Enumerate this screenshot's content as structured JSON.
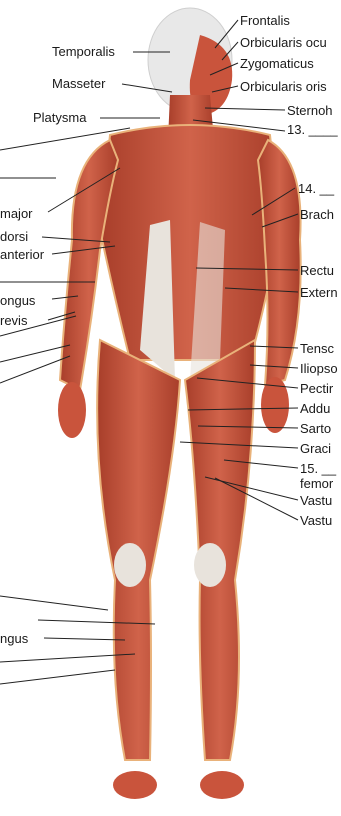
{
  "labels_left": [
    {
      "id": "temporalis",
      "text": "Temporalis"
    },
    {
      "id": "masseter",
      "text": "Masseter"
    },
    {
      "id": "platysma",
      "text": "Platysma"
    },
    {
      "id": "major",
      "text": "major"
    },
    {
      "id": "dorsi",
      "text": "dorsi"
    },
    {
      "id": "anterior",
      "text": "anterior"
    },
    {
      "id": "longus-arm",
      "text": "ongus"
    },
    {
      "id": "brevis",
      "text": "revis"
    },
    {
      "id": "longus-leg",
      "text": "ngus"
    }
  ],
  "labels_right": [
    {
      "id": "frontalis",
      "text": "Frontalis"
    },
    {
      "id": "orbicularis-oculi",
      "text": "Orbicularis ocu"
    },
    {
      "id": "zygomaticus",
      "text": "Zygomaticus"
    },
    {
      "id": "orbicularis-oris",
      "text": "Orbicularis oris"
    },
    {
      "id": "sternohyoid",
      "text": "Sternoh"
    },
    {
      "id": "blank-13",
      "text": "13. ____"
    },
    {
      "id": "blank-14",
      "text": "14. __"
    },
    {
      "id": "brachio",
      "text": "Brach"
    },
    {
      "id": "rectus",
      "text": "Rectu"
    },
    {
      "id": "external",
      "text": "Extern"
    },
    {
      "id": "tensor",
      "text": "Tensc"
    },
    {
      "id": "iliopsoas",
      "text": "Iliopso"
    },
    {
      "id": "pectineus",
      "text": "Pectir"
    },
    {
      "id": "adductor",
      "text": "Addu"
    },
    {
      "id": "sartorius",
      "text": "Sarto"
    },
    {
      "id": "gracilis",
      "text": "Graci"
    },
    {
      "id": "blank-15",
      "text": "15. __"
    },
    {
      "id": "femoris",
      "text": "femor"
    },
    {
      "id": "vastus-1",
      "text": "Vastu"
    },
    {
      "id": "vastus-2",
      "text": "Vastu"
    }
  ],
  "colors": {
    "muscle": "#c8553d",
    "muscle_dark": "#9c3b28",
    "tendon": "#e8e3dc",
    "skin_edge": "#e9b27a",
    "head": "#e6e6e6"
  }
}
